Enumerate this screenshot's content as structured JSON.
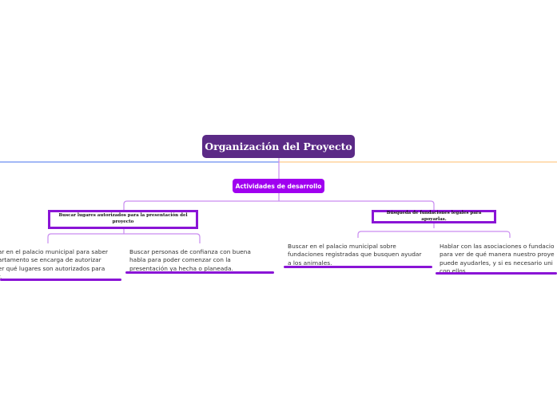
{
  "root": {
    "title": "Organización del Proyecto"
  },
  "activity": {
    "label": "Actividades de desarrollo"
  },
  "branches": [
    {
      "title": "Buscar lugares autorizados para la presentación del proyecto",
      "items": [
        "gar en el palacio municipal para saber\npartamento se encarga de autorizar\nber qué lugares son autorizados para\nar.",
        "Buscar personas de confianza con buena\nhabla para poder comenzar con la\npresentación ya hecha o planeada."
      ]
    },
    {
      "title": "Búsqueda de fundaciones legales para apoyarlas.",
      "items": [
        "Buscar en el palacio municipal sobre\nfundaciones registradas que busquen ayudar\na los animales.",
        "Hablar con las asociaciones o fundacio\npara ver de qué manera nuestro proye\npuede ayudarles, y si es necesario uni\ncon ellos."
      ]
    }
  ],
  "colors": {
    "root_bg": "#5b2a86",
    "activity_bg": "#a000f0",
    "accent": "#8a14d6",
    "connector": "#c98cf0",
    "left_line": "#6a8ef0",
    "right_line": "#ffc98a"
  }
}
